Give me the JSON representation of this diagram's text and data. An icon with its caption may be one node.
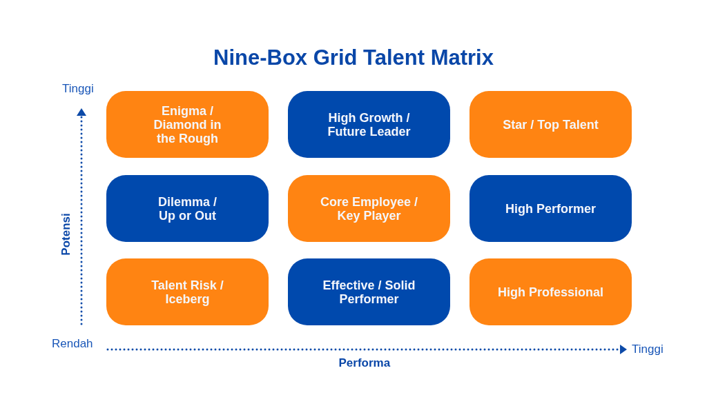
{
  "diagram": {
    "title": "Nine-Box Grid Talent Matrix",
    "nodes": [
      {
        "text": [
          "Enigma / Diamond in the Rough"
        ]
      },
      {
        "text": [
          "High Growth / Future Leader"
        ]
      },
      {
        "text": [
          "Star / Top Talent"
        ]
      },
      {
        "text": [
          "Dilemma / Up or Out"
        ]
      },
      {
        "text": [
          "Core Employee / Key Player"
        ]
      },
      {
        "text": [
          "High Performer"
        ]
      },
      {
        "text": [
          "Talent Risk / Iceberg"
        ]
      },
      {
        "text": [
          "Effective / Solid Performer"
        ]
      },
      {
        "text": [
          "High Professional"
        ]
      }
    ],
    "labels": [
      "Tinggi",
      "Potensi",
      "Rendah",
      "Tinggi",
      "Performa"
    ]
  }
}
